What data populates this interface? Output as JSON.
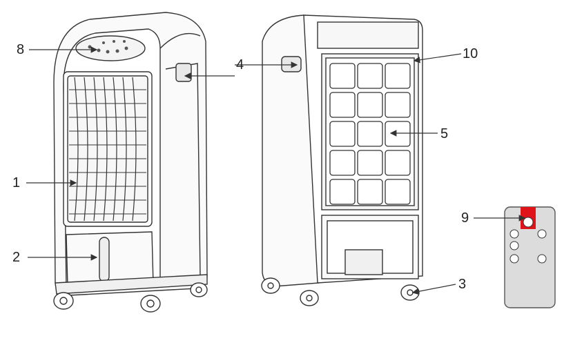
{
  "diagram": {
    "callouts": [
      {
        "id": "1",
        "label": "1"
      },
      {
        "id": "2",
        "label": "2"
      },
      {
        "id": "3",
        "label": "3"
      },
      {
        "id": "4",
        "label": "4"
      },
      {
        "id": "5",
        "label": "5"
      },
      {
        "id": "8",
        "label": "8"
      },
      {
        "id": "9",
        "label": "9"
      },
      {
        "id": "10",
        "label": "10"
      }
    ],
    "colors": {
      "line": "#333333",
      "remote_fill": "#dcdcdc",
      "remote_accent": "#e0131b"
    }
  }
}
